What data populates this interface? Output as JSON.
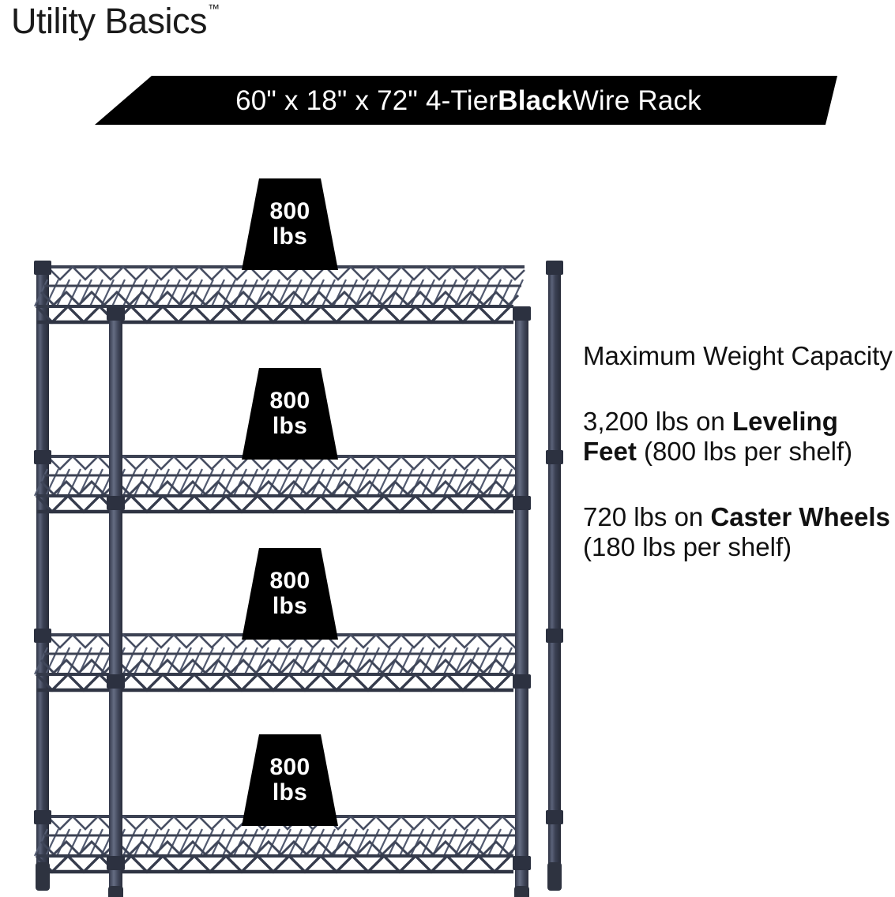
{
  "brand": {
    "name": "Utility Basics",
    "trademark": "™"
  },
  "banner": {
    "text_before": "60\" x 18\" x 72\" 4-Tier ",
    "text_bold": "Black",
    "text_after": " Wire Rack",
    "full_text": "60\" x 18\" x 72\" 4-Tier Black Wire Rack",
    "background_color": "#000000",
    "text_color": "#ffffff"
  },
  "capacity_info": {
    "heading": "Maximum Weight Capacity",
    "leveling": {
      "lead": "3,200 lbs on ",
      "bold": "Leveling Feet",
      "tail": " (800 lbs per shelf)"
    },
    "caster": {
      "lead": "720 lbs on ",
      "bold": "Caster Wheels",
      "tail": " (180 lbs per shelf)"
    }
  },
  "rack": {
    "tiers": 4,
    "frame_color": "#3c4253",
    "badges": [
      {
        "value": "800",
        "unit": "lbs"
      },
      {
        "value": "800",
        "unit": "lbs"
      },
      {
        "value": "800",
        "unit": "lbs"
      },
      {
        "value": "800",
        "unit": "lbs"
      }
    ]
  }
}
